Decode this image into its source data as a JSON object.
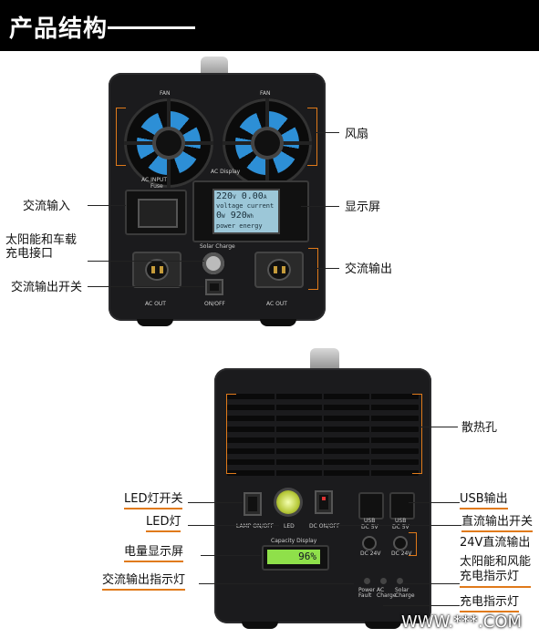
{
  "header": {
    "title": "产品结构"
  },
  "top_device": {
    "fan_label": "FAN",
    "ac_display": "AC Display",
    "ac_input": "AC INPUT",
    "fuse": "Fuse",
    "solar_charge": "Solar Charge",
    "ac_out": "AC OUT",
    "on_off": "ON/OFF",
    "lcd": {
      "voltage_value": "220",
      "voltage_unit": "V",
      "current_value": "0.00",
      "current_unit": "A",
      "word_voltage": "voltage",
      "word_current": "current",
      "power_value": "0",
      "power_unit": "W",
      "energy_value": "920",
      "energy_unit": "Wh",
      "word_power": "power",
      "word_energy": "energy"
    }
  },
  "bottom_device": {
    "lamp_onoff": "LAMP ON/OFF",
    "led": "LED",
    "dc_onoff": "DC ON/OFF",
    "usb": "USB",
    "dc_5v": "DC 5V",
    "dc_24v": "DC 24V",
    "capacity_display": "Capacity Display",
    "capacity_value": "96",
    "capacity_unit": "%",
    "power_fault": "Power Fault",
    "ac_charge": "AC Charge",
    "solar_charge": "Solar Charge"
  },
  "labels": {
    "fan": "风扇",
    "display": "显示屏",
    "ac_input": "交流输入",
    "solar_car_port": "太阳能和车载\n充电接口",
    "ac_output": "交流输出",
    "ac_output_switch": "交流输出开关",
    "vents": "散热孔",
    "led_switch": "LED灯开关",
    "usb_output": "USB输出",
    "led_light": "LED灯",
    "dc_output_switch": "直流输出开关",
    "dc24_output": "24V直流输出",
    "battery_display": "电量显示屏",
    "solar_wind_indicator": "太阳能和风能\n充电指示灯",
    "ac_output_indicator": "交流输出指示灯",
    "charge_indicator": "充电指示灯"
  },
  "watermark": "WWW.***.COM",
  "colors": {
    "accent": "#e07a1a",
    "lcd": "#9cc7d8",
    "capacity_lcd": "#8fe04a",
    "fan_blue": "#2d8fd6"
  }
}
